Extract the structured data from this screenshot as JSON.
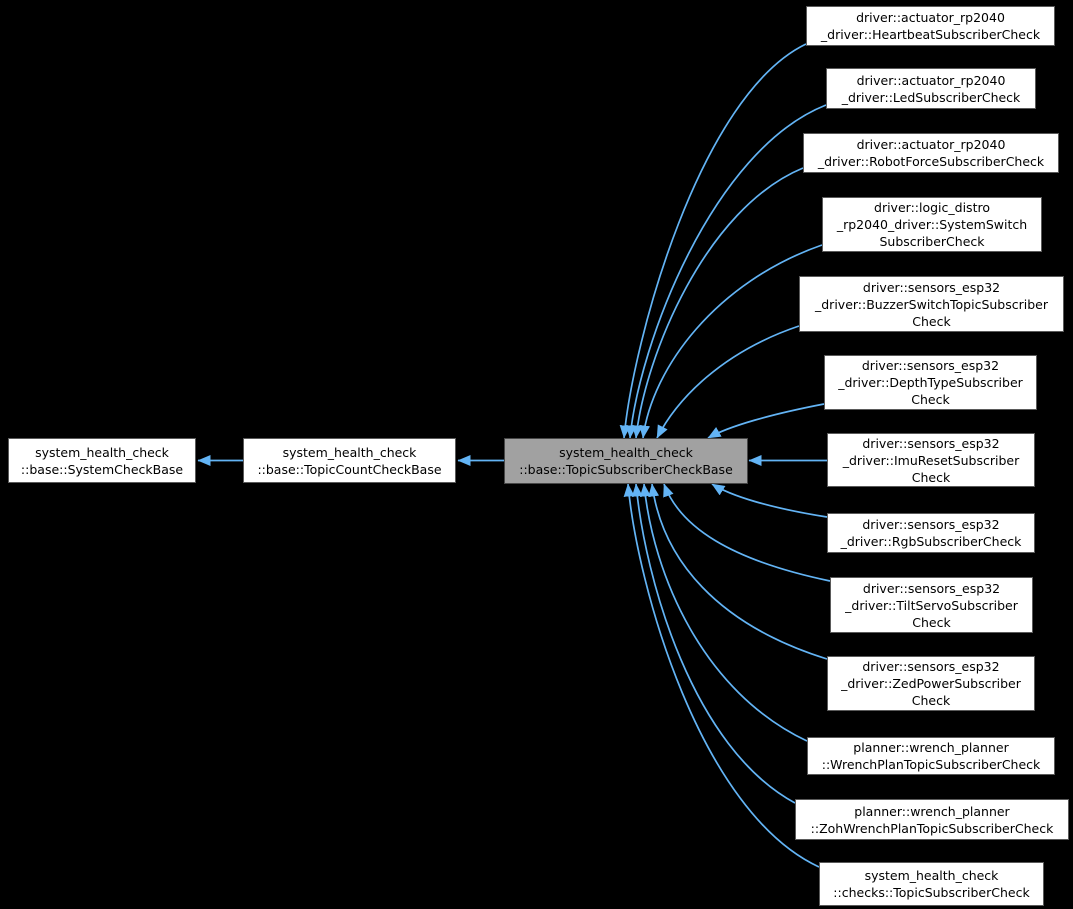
{
  "colors": {
    "background": "#000000",
    "node_fill": "#ffffff",
    "node_border": "#5a5a5a",
    "highlight_fill": "#a1a1a1",
    "highlight_border": "#474747",
    "edge": "#63b4f5",
    "text": "#000000"
  },
  "graph": {
    "type": "inheritance-diagram",
    "nodes": [
      {
        "id": "system-check-base",
        "label": "system_health_check\n::base::SystemCheckBase",
        "highlight": false
      },
      {
        "id": "topic-count-check-base",
        "label": "system_health_check\n::base::TopicCountCheckBase",
        "highlight": false
      },
      {
        "id": "topic-subscriber-check-base",
        "label": "system_health_check\n::base::TopicSubscriberCheckBase",
        "highlight": true
      },
      {
        "id": "heartbeat-subscriber-check",
        "label": "driver::actuator_rp2040\n_driver::HeartbeatSubscriberCheck",
        "highlight": false
      },
      {
        "id": "led-subscriber-check",
        "label": "driver::actuator_rp2040\n_driver::LedSubscriberCheck",
        "highlight": false
      },
      {
        "id": "robot-force-subscriber-check",
        "label": "driver::actuator_rp2040\n_driver::RobotForceSubscriberCheck",
        "highlight": false
      },
      {
        "id": "system-switch-subscriber-check",
        "label": "driver::logic_distro\n_rp2040_driver::SystemSwitch\nSubscriberCheck",
        "highlight": false
      },
      {
        "id": "buzzer-switch-topic-subscriber-check",
        "label": "driver::sensors_esp32\n_driver::BuzzerSwitchTopicSubscriber\nCheck",
        "highlight": false
      },
      {
        "id": "depth-type-subscriber-check",
        "label": "driver::sensors_esp32\n_driver::DepthTypeSubscriber\nCheck",
        "highlight": false
      },
      {
        "id": "imu-reset-subscriber-check",
        "label": "driver::sensors_esp32\n_driver::ImuResetSubscriber\nCheck",
        "highlight": false
      },
      {
        "id": "rgb-subscriber-check",
        "label": "driver::sensors_esp32\n_driver::RgbSubscriberCheck",
        "highlight": false
      },
      {
        "id": "tilt-servo-subscriber-check",
        "label": "driver::sensors_esp32\n_driver::TiltServoSubscriber\nCheck",
        "highlight": false
      },
      {
        "id": "zed-power-subscriber-check",
        "label": "driver::sensors_esp32\n_driver::ZedPowerSubscriber\nCheck",
        "highlight": false
      },
      {
        "id": "wrench-plan-topic-subscriber-check",
        "label": "planner::wrench_planner\n::WrenchPlanTopicSubscriberCheck",
        "highlight": false
      },
      {
        "id": "zoh-wrench-plan-topic-subscriber-check",
        "label": "planner::wrench_planner\n::ZohWrenchPlanTopicSubscriberCheck",
        "highlight": false
      },
      {
        "id": "checks-topic-subscriber-check",
        "label": "system_health_check\n::checks::TopicSubscriberCheck",
        "highlight": false
      }
    ],
    "edges": [
      {
        "from": "topic-count-check-base",
        "to": "system-check-base"
      },
      {
        "from": "topic-subscriber-check-base",
        "to": "topic-count-check-base"
      },
      {
        "from": "heartbeat-subscriber-check",
        "to": "topic-subscriber-check-base"
      },
      {
        "from": "led-subscriber-check",
        "to": "topic-subscriber-check-base"
      },
      {
        "from": "robot-force-subscriber-check",
        "to": "topic-subscriber-check-base"
      },
      {
        "from": "system-switch-subscriber-check",
        "to": "topic-subscriber-check-base"
      },
      {
        "from": "buzzer-switch-topic-subscriber-check",
        "to": "topic-subscriber-check-base"
      },
      {
        "from": "depth-type-subscriber-check",
        "to": "topic-subscriber-check-base"
      },
      {
        "from": "imu-reset-subscriber-check",
        "to": "topic-subscriber-check-base"
      },
      {
        "from": "rgb-subscriber-check",
        "to": "topic-subscriber-check-base"
      },
      {
        "from": "tilt-servo-subscriber-check",
        "to": "topic-subscriber-check-base"
      },
      {
        "from": "zed-power-subscriber-check",
        "to": "topic-subscriber-check-base"
      },
      {
        "from": "wrench-plan-topic-subscriber-check",
        "to": "topic-subscriber-check-base"
      },
      {
        "from": "zoh-wrench-plan-topic-subscriber-check",
        "to": "topic-subscriber-check-base"
      },
      {
        "from": "checks-topic-subscriber-check",
        "to": "topic-subscriber-check-base"
      }
    ]
  }
}
